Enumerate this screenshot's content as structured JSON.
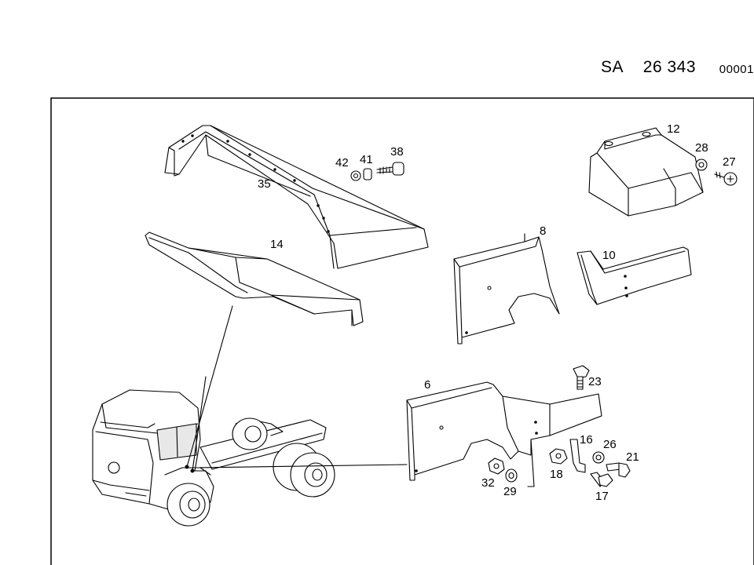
{
  "header": {
    "prefix": "SA",
    "number": "26 343",
    "suffix": "00001"
  },
  "callouts": {
    "c35": "35",
    "c42": "42",
    "c41": "41",
    "c38": "38",
    "c12": "12",
    "c28": "28",
    "c27": "27",
    "c14": "14",
    "c8": "8",
    "c10": "10",
    "c6": "6",
    "c23": "23",
    "c16": "16",
    "c26": "26",
    "c21": "21",
    "c18": "18",
    "c17": "17",
    "c32": "32",
    "c29": "29"
  }
}
